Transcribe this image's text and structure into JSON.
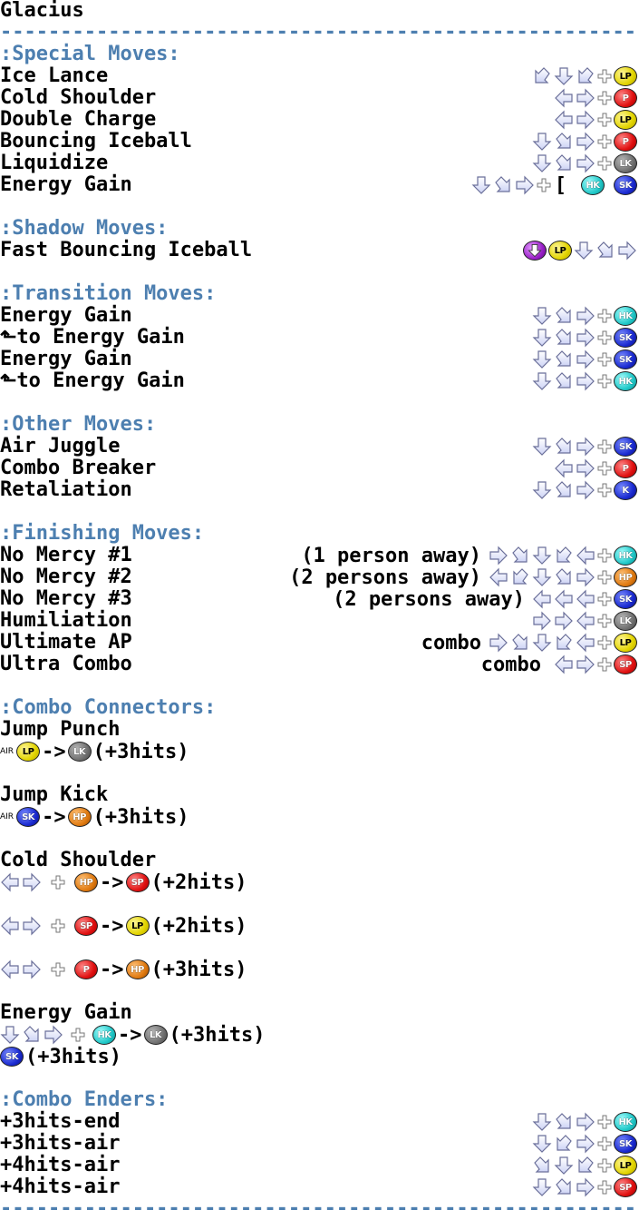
{
  "title": "Glacius",
  "separator": "----------------------------------------------------------------",
  "sections": {
    "special": {
      "header": ":Special Moves:",
      "moves": [
        {
          "name": "Ice Lance"
        },
        {
          "name": "Cold Shoulder"
        },
        {
          "name": "Double Charge"
        },
        {
          "name": "Bouncing Iceball"
        },
        {
          "name": "Liquidize"
        },
        {
          "name": "Energy Gain"
        }
      ]
    },
    "shadow": {
      "header": ":Shadow Moves:",
      "moves": [
        {
          "name": "Fast Bouncing Iceball"
        }
      ]
    },
    "transition": {
      "header": ":Transition Moves:",
      "moves": [
        {
          "name": "Energy Gain"
        },
        {
          "name": "⬑to Energy Gain"
        },
        {
          "name": "Energy Gain"
        },
        {
          "name": "⬑to Energy Gain"
        }
      ]
    },
    "other": {
      "header": ":Other Moves:",
      "moves": [
        {
          "name": "Air Juggle"
        },
        {
          "name": "Combo Breaker"
        },
        {
          "name": "Retaliation"
        }
      ]
    },
    "finishing": {
      "header": ":Finishing Moves:",
      "moves": [
        {
          "name": "No Mercy #1",
          "condition": "(1 person away)"
        },
        {
          "name": "No Mercy #2",
          "condition": "(2 persons away)"
        },
        {
          "name": "No Mercy #3",
          "condition": "(2 persons away)"
        },
        {
          "name": "Humiliation"
        },
        {
          "name": "Ultimate AP",
          "condition": "combo"
        },
        {
          "name": "Ultra Combo",
          "condition": "combo"
        }
      ]
    },
    "connectors": {
      "header": ":Combo Connectors:",
      "jump_punch": {
        "name": "Jump Punch",
        "result": "(+3hits)"
      },
      "jump_kick": {
        "name": "Jump Kick",
        "result": "(+3hits)"
      },
      "cold_shoulder": {
        "name": "Cold Shoulder",
        "results": [
          "(+2hits)",
          "(+2hits)",
          "(+3hits)"
        ]
      },
      "energy_gain": {
        "name": "Energy Gain",
        "result1": "(+3hits)",
        "result2": "(+3hits)"
      }
    },
    "enders": {
      "header": ":Combo Enders:",
      "moves": [
        {
          "name": "+3hits-end"
        },
        {
          "name": "+3hits-air"
        },
        {
          "name": "+4hits-air"
        },
        {
          "name": "+4hits-air"
        }
      ]
    }
  },
  "labels": {
    "air": "AIR",
    "arrow": "->",
    "bracket": "["
  },
  "buttons": {
    "LP": "LP",
    "P": "P",
    "LK": "LK",
    "HK": "HK",
    "SK": "SK",
    "K": "K",
    "HP": "HP",
    "SP": "SP"
  },
  "colors": {
    "header": "#4d7fb0",
    "arrow_fill": "#e9ecff",
    "arrow_stroke": "#6a6f9a"
  }
}
